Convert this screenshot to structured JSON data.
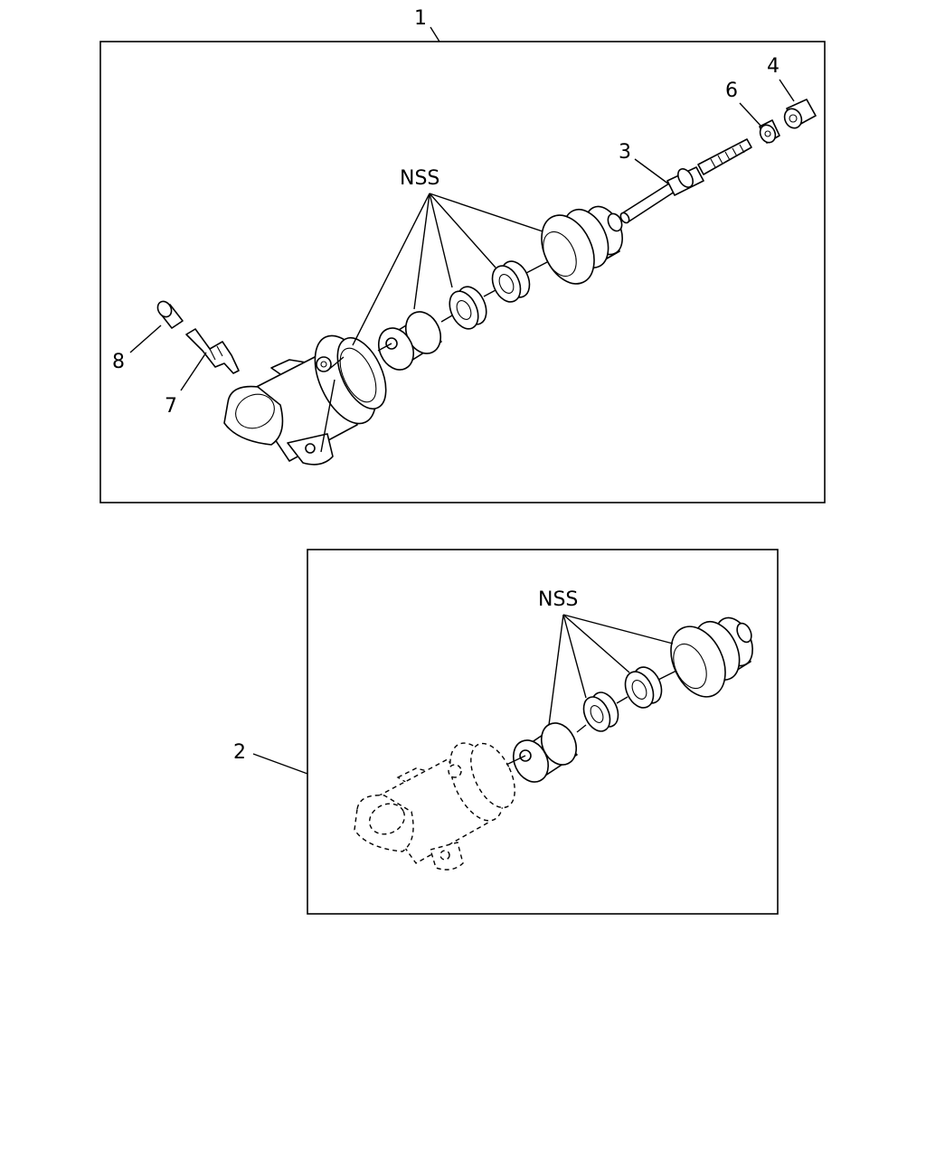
{
  "callouts": {
    "assembly": "1",
    "repair_kit": "2",
    "push_rod": "3",
    "nut": "4",
    "lock_nut": "6",
    "bleeder_screw": "7",
    "bleeder_cap": "8"
  },
  "nss_upper": "NSS",
  "nss_lower": "NSS"
}
